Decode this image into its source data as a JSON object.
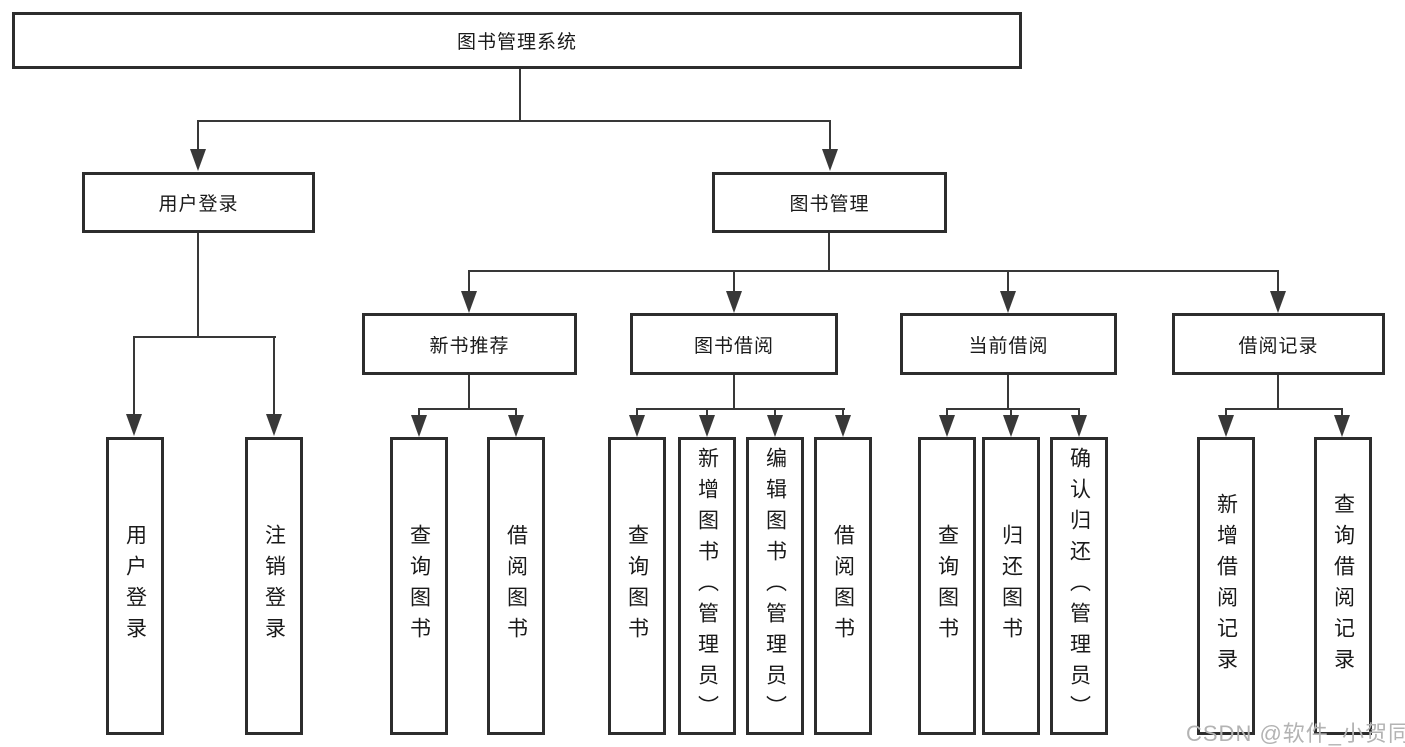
{
  "diagram": {
    "type": "tree",
    "root": {
      "label": "图书管理系统"
    },
    "level2": {
      "user_login": {
        "label": "用户登录"
      },
      "book_mgmt": {
        "label": "图书管理"
      }
    },
    "level3": {
      "new_book": {
        "label": "新书推荐"
      },
      "book_borrow": {
        "label": "图书借阅"
      },
      "current_borrow": {
        "label": "当前借阅"
      },
      "borrow_records": {
        "label": "借阅记录"
      }
    },
    "leaves": {
      "user_login": [
        "用户登录",
        "注销登录"
      ],
      "new_book": [
        "查询图书",
        "借阅图书"
      ],
      "book_borrow": [
        "查询图书",
        "新增图书（管理员）",
        "编辑图书（管理员）",
        "借阅图书"
      ],
      "current_borrow": [
        "查询图书",
        "归还图书",
        "确认归还（管理员）"
      ],
      "borrow_records": [
        "新增借阅记录",
        "查询借阅记录"
      ]
    }
  },
  "watermark": "CSDN @软件_小贺同学",
  "colors": {
    "bg": "#ffffff",
    "border": "#2d2d2d",
    "line": "#383838",
    "text": "#1a1a1a",
    "watermark": "#b3b3b3"
  }
}
